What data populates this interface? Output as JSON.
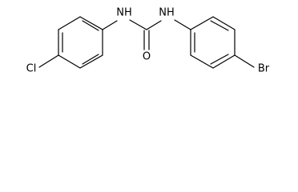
{
  "molecule": {
    "atoms": {
      "chlorine": "Cl",
      "bromine": "Br",
      "oxygen": "O",
      "nh_left": "NH",
      "nh_right": "NH"
    }
  }
}
